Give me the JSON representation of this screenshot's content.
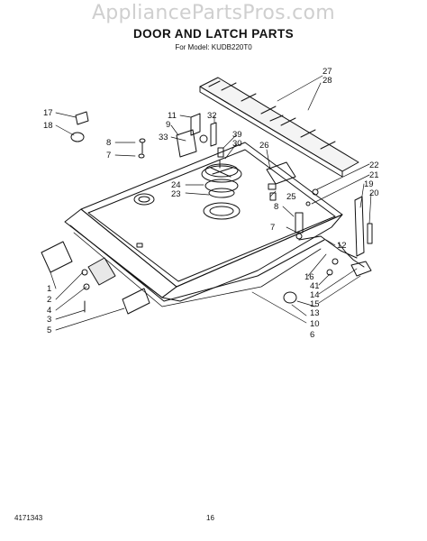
{
  "watermark": "AppliancePartsPros.com",
  "title": "DOOR AND LATCH PARTS",
  "subtitle": "For Model: KUDB220T0",
  "footer": {
    "left": "4171343",
    "page": "16"
  },
  "callouts": [
    "27",
    "28",
    "17",
    "18",
    "11",
    "32",
    "9",
    "33",
    "8",
    "7",
    "39",
    "30",
    "26",
    "22",
    "21",
    "19",
    "20",
    "24",
    "23",
    "25",
    "8",
    "7",
    "12",
    "1",
    "2",
    "4",
    "3",
    "5",
    "16",
    "41",
    "14",
    "15",
    "13",
    "10",
    "6"
  ]
}
